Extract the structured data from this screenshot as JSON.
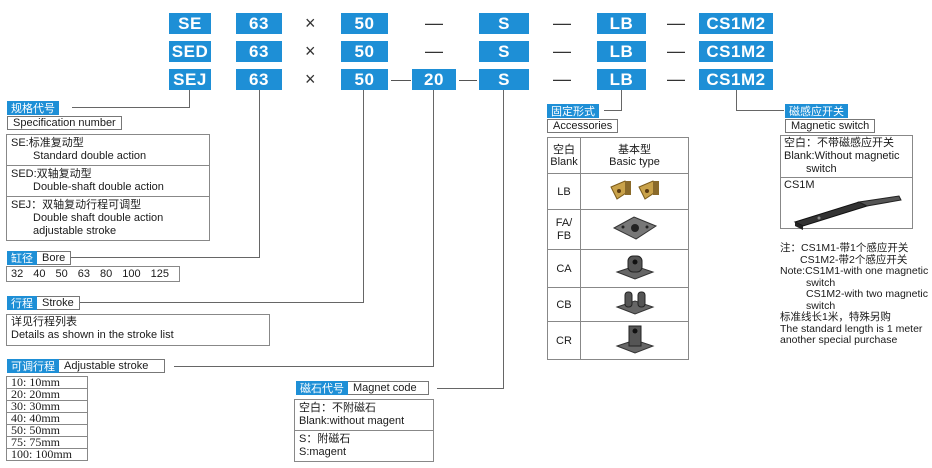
{
  "codes": {
    "row1": {
      "series": "SE",
      "bore": "63",
      "x": "×",
      "stroke": "50",
      "dash1": "—",
      "magnet": "S",
      "dash2": "—",
      "acc": "LB",
      "dash3": "—",
      "switch": "CS1M2"
    },
    "row2": {
      "series": "SED",
      "bore": "63",
      "x": "×",
      "stroke": "50",
      "dash1": "—",
      "magnet": "S",
      "dash2": "—",
      "acc": "LB",
      "dash3": "—",
      "switch": "CS1M2"
    },
    "row3": {
      "series": "SEJ",
      "bore": "63",
      "x": "×",
      "stroke": "50",
      "adj": "20",
      "magnet": "S",
      "dash2": "—",
      "acc": "LB",
      "dash3": "—",
      "switch": "CS1M2"
    }
  },
  "spec": {
    "tag": "规格代号",
    "label": "Specification number",
    "items": [
      {
        "line1": "SE:标准复动型",
        "line2": "Standard double action"
      },
      {
        "line1": "SED:双轴复动型",
        "line2": "Double-shaft double action"
      },
      {
        "line1": "SEJ：双轴复动行程可调型",
        "line2": "Double shaft double action",
        "line3": "adjustable stroke"
      }
    ]
  },
  "bore": {
    "tag": "缸径",
    "label": "Bore",
    "values": [
      "32",
      "40",
      "50",
      "63",
      "80",
      "100",
      "125"
    ]
  },
  "stroke": {
    "tag": "行程",
    "label": "Stroke",
    "line1": "详见行程列表",
    "line2": "Details as shown in the stroke list"
  },
  "adjustable": {
    "tag": "可调行程",
    "label": "Adjustable stroke",
    "values": [
      "10:  10mm",
      "20:  20mm",
      "30:  30mm",
      "40:  40mm",
      "50:  50mm",
      "75:  75mm",
      "100:  100mm"
    ]
  },
  "magnet": {
    "tag": "磁石代号",
    "label": "Magnet code",
    "line1": "空白：不附磁石",
    "line2": "Blank:without magent",
    "line3": "S：附磁石",
    "line4": "S:magent"
  },
  "accessories": {
    "tag": "固定形式",
    "label": "Accessories",
    "head_cn": "空白",
    "head_en": "Blank",
    "basic_cn": "基本型",
    "basic_en": "Basic type",
    "rows": [
      {
        "code": "LB",
        "icon": "foot-bracket-icon"
      },
      {
        "code": "FA/\nFB",
        "code1": "FA/",
        "code2": "FB",
        "icon": "flange-plate-icon"
      },
      {
        "code": "CA",
        "icon": "clevis-single-icon"
      },
      {
        "code": "CB",
        "icon": "clevis-double-icon"
      },
      {
        "code": "CR",
        "icon": "trunnion-icon"
      }
    ]
  },
  "switch": {
    "tag": "磁感应开关",
    "label": "Magnetic switch",
    "line1": "空白：不带磁感应开关",
    "line2": "Blank:Without magnetic",
    "line3": "switch",
    "model": "CS1M",
    "notes": [
      "注：CS1M1-带1个感应开关",
      "CS1M2-带2个感应开关",
      "Note:CS1M1-with one magnetic",
      "switch",
      "CS1M2-with two magnetic",
      "switch",
      "标准线长1米，特殊另购",
      "The standard length is 1 meter",
      "another special purchase"
    ]
  },
  "colors": {
    "accent": "#1e8fd6"
  }
}
